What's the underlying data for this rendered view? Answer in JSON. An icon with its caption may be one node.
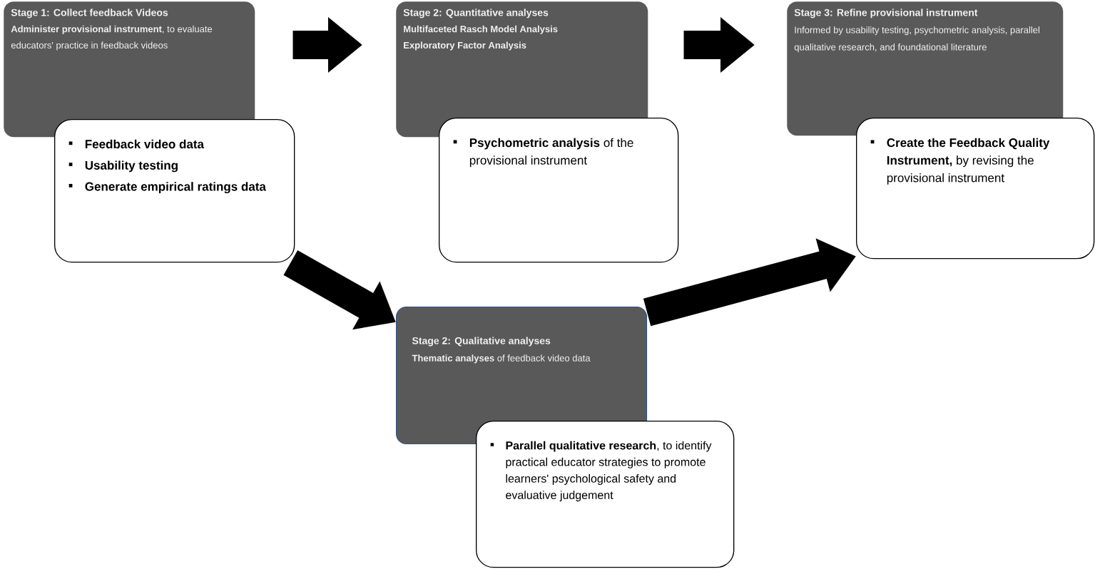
{
  "diagram": {
    "nodes": [
      {
        "text": [
          "Stage 1: Collect feedback Videos",
          "**Administer provisional instrument**, to evaluate educators' practice in feedback videos"
        ]
      },
      {
        "text": [
          "Feedback video data",
          "Usability testing",
          "Generate empirical ratings data"
        ]
      },
      {
        "text": [
          "Stage 2: Quantitative analyses",
          "Multifaceted Rasch Model Analysis",
          "Exploratory Factor Analysis"
        ]
      },
      {
        "text": [
          "**Psychometric analysis** of the provisional instrument"
        ]
      },
      {
        "text": [
          "Stage 2: Qualitative analyses",
          "**Thematic analyses** of feedback video data"
        ]
      },
      {
        "text": [
          "**Parallel qualitative research**, to identify practical educator strategies to promote learners' psychological safety and evaluative judgement"
        ]
      },
      {
        "text": [
          "Stage 3: Refine provisional instrument",
          "Informed by usability testing, psychometric analysis, parallel qualitative research, and foundational literature"
        ]
      },
      {
        "text": [
          "**Create the Feedback Quality Instrument,** by revising the provisional instrument"
        ]
      }
    ],
    "edges": [
      {
        "from": 0,
        "to": 2,
        "arrow": "to"
      },
      {
        "from": 1,
        "to": 4,
        "arrow": "to"
      },
      {
        "from": 2,
        "to": 6,
        "arrow": "to"
      },
      {
        "from": 4,
        "to": 7,
        "arrow": "to"
      }
    ]
  }
}
